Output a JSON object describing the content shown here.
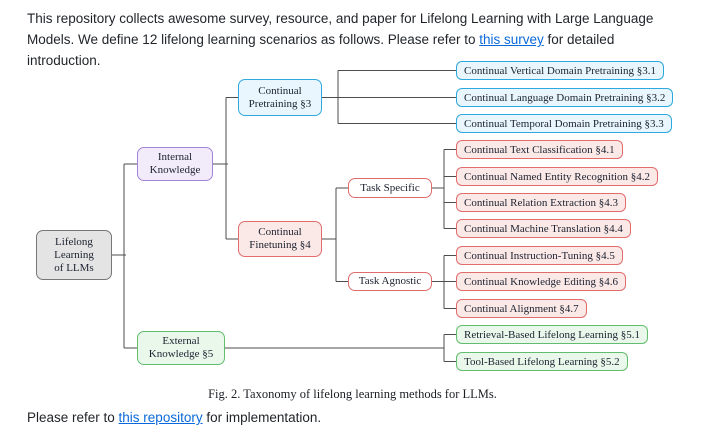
{
  "palette": {
    "blue_border": "#2FA8DD",
    "blue_fill": "#E9F6FD",
    "red_border": "#E06C6C",
    "red_fill": "#FBE9E7",
    "green_border": "#63BD6E",
    "green_fill": "#EAF8EC",
    "purple_border": "#A584D8",
    "purple_fill": "#F2EBFA",
    "gray_border": "#777777",
    "gray_fill": "#E4E4E4",
    "link_color": "#0969DA",
    "line_color": "#4D4D4D",
    "text_color": "#1F2328"
  },
  "intro": {
    "text_before": "This repository collects awesome survey, resource, and paper for Lifelong Learning with Large Language Models. We define 12 lifelong learning scenarios as follows. Please refer to ",
    "link_text": "this survey",
    "text_after": " for detailed introduction."
  },
  "figure": {
    "caption": "Fig. 2. Taxonomy of lifelong learning methods for LLMs."
  },
  "footer": {
    "text_before": "Please refer to ",
    "link_text": "this repository",
    "text_after": " for implementation."
  },
  "tree": {
    "root": "Lifelong\nLearning\nof LLMs",
    "internal": "Internal\nKnowledge",
    "external": "External\nKnowledge §5",
    "pretraining": "Continual\nPretraining §3",
    "finetuning": "Continual\nFinetuning §4",
    "task_specific": "Task Specific",
    "task_agnostic": "Task Agnostic",
    "leaves": [
      "Continual Vertical Domain Pretraining §3.1",
      "Continual Language Domain Pretraining §3.2",
      "Continual Temporal Domain Pretraining §3.3",
      "Continual Text Classification §4.1",
      "Continual Named Entity Recognition §4.2",
      "Continual Relation Extraction §4.3",
      "Continual Machine Translation §4.4",
      "Continual Instruction-Tuning §4.5",
      "Continual Knowledge Editing §4.6",
      "Continual Alignment §4.7",
      "Retrieval-Based Lifelong Learning §5.1",
      "Tool-Based Lifelong Learning §5.2"
    ]
  }
}
